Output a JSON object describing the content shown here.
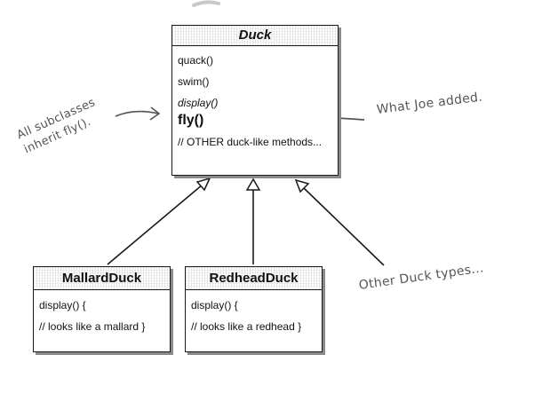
{
  "duck": {
    "name": "Duck",
    "methods": [
      "quack()",
      "swim()",
      "display()",
      "fly()",
      "// OTHER duck-like methods..."
    ]
  },
  "subclasses": [
    {
      "name": "MallardDuck",
      "lines": [
        "display() {",
        "// looks like a mallard }"
      ]
    },
    {
      "name": "RedheadDuck",
      "lines": [
        "display() {",
        "// looks like a redhead }"
      ]
    }
  ],
  "annotations": {
    "inherit": [
      "All subclasses",
      "inherit fly()."
    ],
    "joe": "What Joe added.",
    "other": "Other Duck types..."
  },
  "colors": {
    "ink": "#1a1a1a",
    "shadow": "#8a8a8a",
    "handwriting": "#555555"
  }
}
